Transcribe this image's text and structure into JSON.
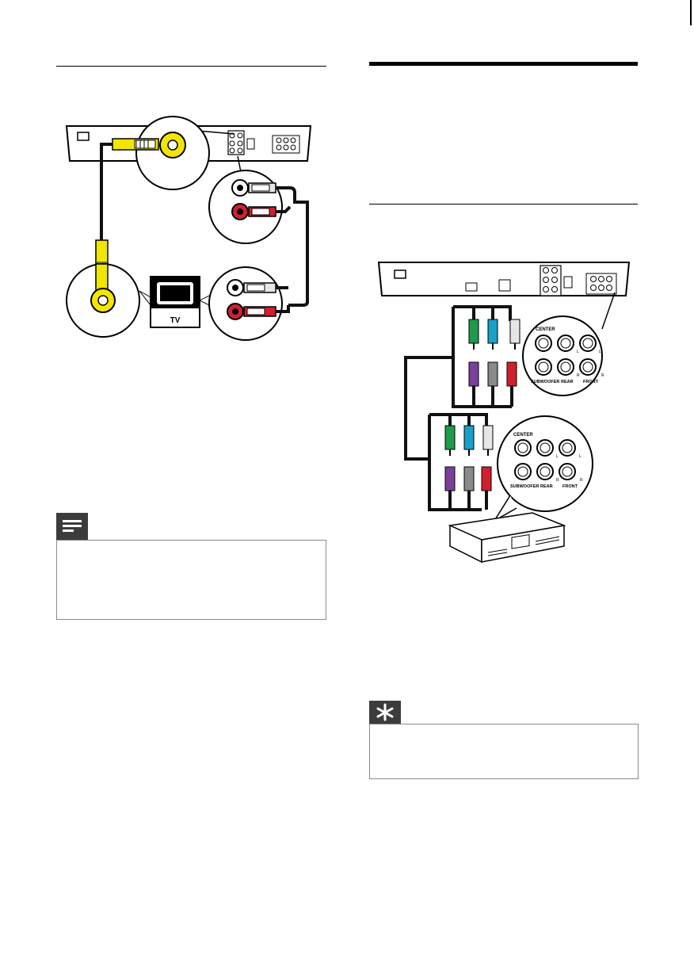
{
  "tv_label": "TV",
  "speaker_labels": {
    "center": "CENTER",
    "subwoofer": "SUBWOOFER",
    "rear": "REAR",
    "front": "FRONT",
    "left": "L",
    "right": "R"
  },
  "cable_colors": {
    "composite_video": "#f2e600",
    "audio_white": "#e6e6e6",
    "audio_red": "#d0202e",
    "green": "#1f9a4c",
    "blue": "#1aa0c8",
    "purple": "#7b3f9a",
    "grey": "#8a8a8a"
  },
  "icons": {
    "note": "note-icon",
    "tip": "tip-icon"
  }
}
